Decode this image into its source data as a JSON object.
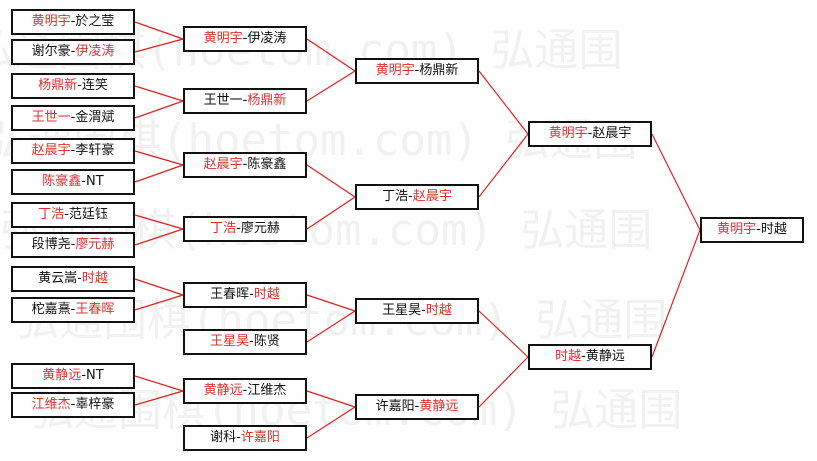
{
  "colors": {
    "line": "#e02020",
    "winner_text": "#e03030",
    "text": "#111111",
    "border": "#111111"
  },
  "watermark": {
    "text": "弘通围棋(hoetom.com)",
    "rows": [
      "弘通围棋(hoetom.com) 弘通围",
      "弘通围棋(hoetom.com) 弘通围",
      "弘通围棋(hoetom.com) 弘通围",
      "弘通围棋(hoetom.com) 弘通围",
      "弘通围棋(hoetom.com) 弘通围"
    ]
  },
  "rounds": [
    [
      {
        "a": "黄明宇",
        "b": "於之莹",
        "winner": "a"
      },
      {
        "a": "谢尔豪",
        "b": "伊凌涛",
        "winner": "b"
      },
      {
        "a": "杨鼎新",
        "b": "连笑",
        "winner": "a"
      },
      {
        "a": "王世一",
        "b": "金渭斌",
        "winner": "a"
      },
      {
        "a": "赵晨宇",
        "b": "李轩豪",
        "winner": "a"
      },
      {
        "a": "陈豪鑫",
        "b": "NT",
        "winner": "a"
      },
      {
        "a": "丁浩",
        "b": "范廷钰",
        "winner": "a"
      },
      {
        "a": "段博尧",
        "b": "廖元赫",
        "winner": "b"
      },
      {
        "a": "黄云嵩",
        "b": "时越",
        "winner": "b"
      },
      {
        "a": "柁嘉熹",
        "b": "王春晖",
        "winner": "b"
      },
      {
        "a": "黄静远",
        "b": "NT",
        "winner": "a"
      },
      {
        "a": "江维杰",
        "b": "辜梓豪",
        "winner": "a"
      }
    ],
    [
      {
        "a": "黄明宇",
        "b": "伊凌涛",
        "winner": "a"
      },
      {
        "a": "王世一",
        "b": "杨鼎新",
        "winner": "b"
      },
      {
        "a": "赵晨宇",
        "b": "陈豪鑫",
        "winner": "a"
      },
      {
        "a": "丁浩",
        "b": "廖元赫",
        "winner": "a"
      },
      {
        "a": "王春晖",
        "b": "时越",
        "winner": "b"
      },
      {
        "a": "王星昊",
        "b": "陈贤",
        "winner": "a"
      },
      {
        "a": "黄静远",
        "b": "江维杰",
        "winner": "a"
      },
      {
        "a": "谢科",
        "b": "许嘉阳",
        "winner": "b"
      }
    ],
    [
      {
        "a": "黄明宇",
        "b": "杨鼎新",
        "winner": "a"
      },
      {
        "a": "丁浩",
        "b": "赵晨宇",
        "winner": "b"
      },
      {
        "a": "王星昊",
        "b": "时越",
        "winner": "b"
      },
      {
        "a": "许嘉阳",
        "b": "黄静远",
        "winner": "b"
      }
    ],
    [
      {
        "a": "黄明宇",
        "b": "赵晨宇",
        "winner": "a"
      },
      {
        "a": "时越",
        "b": "黄静远",
        "winner": "a"
      }
    ],
    [
      {
        "a": "黄明宇",
        "b": "时越",
        "winner": "a"
      }
    ]
  ]
}
